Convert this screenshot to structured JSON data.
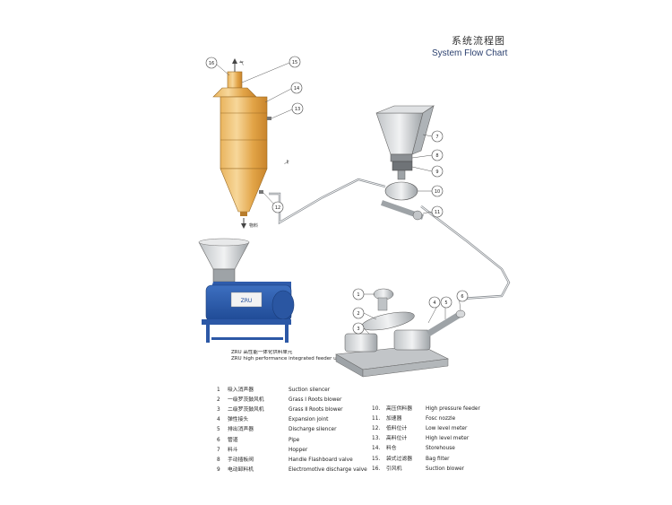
{
  "title_cn": "系统流程图",
  "title_en": "System Flow Chart",
  "unit_caption": {
    "cn": "ZRU 高性能一体化供料单元",
    "en": "ZRU high performance integrated feeder unit"
  },
  "plate_text": "ZRU",
  "labels": {
    "air_up": "气",
    "material_down": "物料",
    "pipe_air": "气"
  },
  "legend_left": [
    {
      "n": "1",
      "cn": "吸入消声器",
      "en": "Suction silencer"
    },
    {
      "n": "2",
      "cn": "一级罗茨鼓风机",
      "en": "Grass Ⅰ Roots blower"
    },
    {
      "n": "3",
      "cn": "二级罗茨鼓风机",
      "en": "Grass Ⅱ Roots blower"
    },
    {
      "n": "4",
      "cn": "弹性接头",
      "en": "Expansion joint"
    },
    {
      "n": "5",
      "cn": "排出消声器",
      "en": "Discharge silencer"
    },
    {
      "n": "6",
      "cn": "管道",
      "en": "Pipe"
    },
    {
      "n": "7",
      "cn": "料斗",
      "en": "Hopper"
    },
    {
      "n": "8",
      "cn": "手动插板阀",
      "en": "Handle Flashboard valve"
    },
    {
      "n": "9",
      "cn": "电动卸料机",
      "en": "Electromotive discharge valve"
    }
  ],
  "legend_right": [
    {
      "n": "10.",
      "cn": "高压供料器",
      "en": "High pressure feeder"
    },
    {
      "n": "11.",
      "cn": "加速器",
      "en": "Fosc nozzle"
    },
    {
      "n": "12.",
      "cn": "低料位计",
      "en": "Low level meter"
    },
    {
      "n": "13.",
      "cn": "高料位计",
      "en": "High level meter"
    },
    {
      "n": "14.",
      "cn": "料仓",
      "en": "Storehouse"
    },
    {
      "n": "15.",
      "cn": "袋式过滤器",
      "en": "Bag filter"
    },
    {
      "n": "16.",
      "cn": "引风机",
      "en": "Suction blower"
    }
  ],
  "callouts": {
    "silo": [
      "16",
      "15",
      "14",
      "13",
      "12"
    ],
    "hopper": [
      "7",
      "8",
      "9",
      "10",
      "11"
    ],
    "blower": [
      "1",
      "2",
      "3",
      "4",
      "5",
      "6"
    ]
  }
}
